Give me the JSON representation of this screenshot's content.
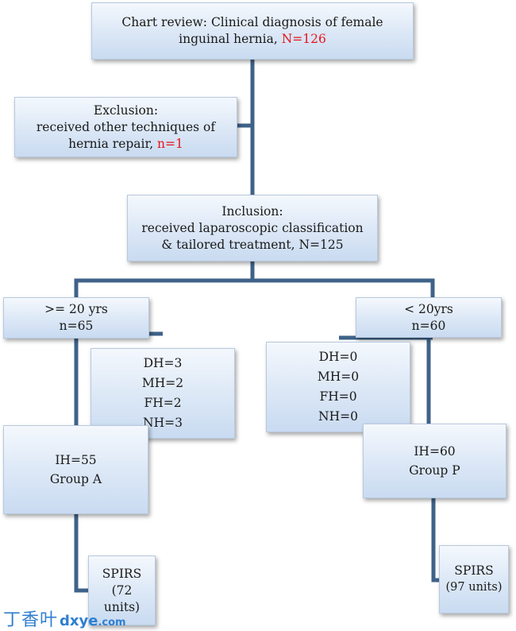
{
  "flowchart": {
    "review": {
      "text": "Chart review:  Clinical diagnosis of female",
      "text2": "inguinal hernia, ",
      "count": "N=126"
    },
    "exclusion": {
      "heading": "Exclusion:",
      "line1": "received other techniques of",
      "line2": "hernia repair, ",
      "count": "n=1"
    },
    "inclusion": {
      "heading": "Inclusion:",
      "line1": "received laparoscopic classification",
      "line2": "& tailored treatment, N=125"
    },
    "adult": {
      "label": ">= 20 yrs",
      "count": "n=65"
    },
    "adult_types": [
      "DH=3",
      "MH=2",
      "FH=2",
      "NH=3"
    ],
    "group_a": {
      "ih": "IH=55",
      "group": "Group A"
    },
    "spirs_a": {
      "label": "SPIRS",
      "units": "(72",
      "units2": "units)"
    },
    "pediatric": {
      "label": "< 20yrs",
      "count": "n=60"
    },
    "pediatric_types": [
      "DH=0",
      "MH=0",
      "FH=0",
      "NH=0"
    ],
    "group_p": {
      "ih": "IH=60",
      "group": "Group P"
    },
    "spirs_p": {
      "label": "SPIRS",
      "units": "(97 units)"
    }
  },
  "watermark": {
    "chinese": "丁香叶",
    "latin": "dxye",
    "suffix": ".com"
  },
  "colors": {
    "connector": "#3f6289",
    "highlight": "#e8141c"
  }
}
